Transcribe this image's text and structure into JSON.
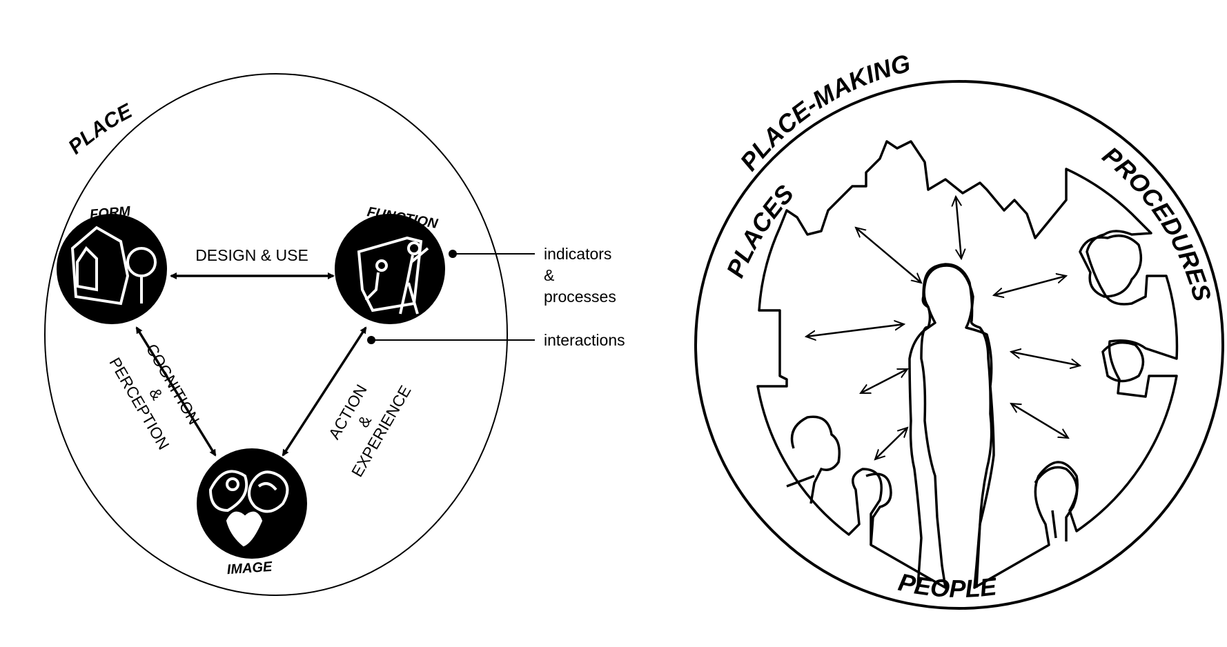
{
  "left_diagram": {
    "outer_label": "PLACE",
    "nodes": {
      "form": "FORM",
      "function": "FUNCTION",
      "image": "IMAGE"
    },
    "edges": {
      "design_use": "DESIGN & USE",
      "cognition_perception": {
        "line1": "COGNITION",
        "line2": "&",
        "line3": "PERCEPTION"
      },
      "action_experience": {
        "line1": "ACTION",
        "line2": "&",
        "line3": "EXPERIENCE"
      }
    },
    "legend": {
      "indicators_line1": "indicators",
      "indicators_line2": "&",
      "indicators_line3": "processes",
      "interactions": "interactions"
    }
  },
  "right_diagram": {
    "top_label": "PLACE-MAKING",
    "left_label": "PLACES",
    "right_label": "PROCEDURES",
    "bottom_label": "PEOPLE"
  }
}
